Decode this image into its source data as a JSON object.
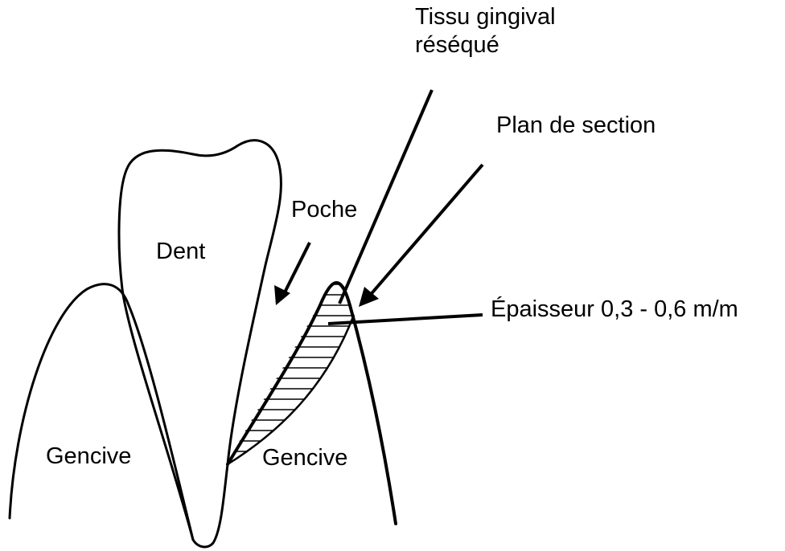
{
  "diagram": {
    "labels": {
      "tissu_gingival_line1": "Tissu gingival",
      "tissu_gingival_line2": "réséqué",
      "plan_de_section": "Plan de section",
      "poche": "Poche",
      "dent": "Dent",
      "epaisseur": "Épaisseur 0,3 - 0,6 m/m",
      "gencive_left": "Gencive",
      "gencive_right": "Gencive"
    },
    "colors": {
      "stroke": "#000000",
      "background": "#ffffff"
    }
  }
}
